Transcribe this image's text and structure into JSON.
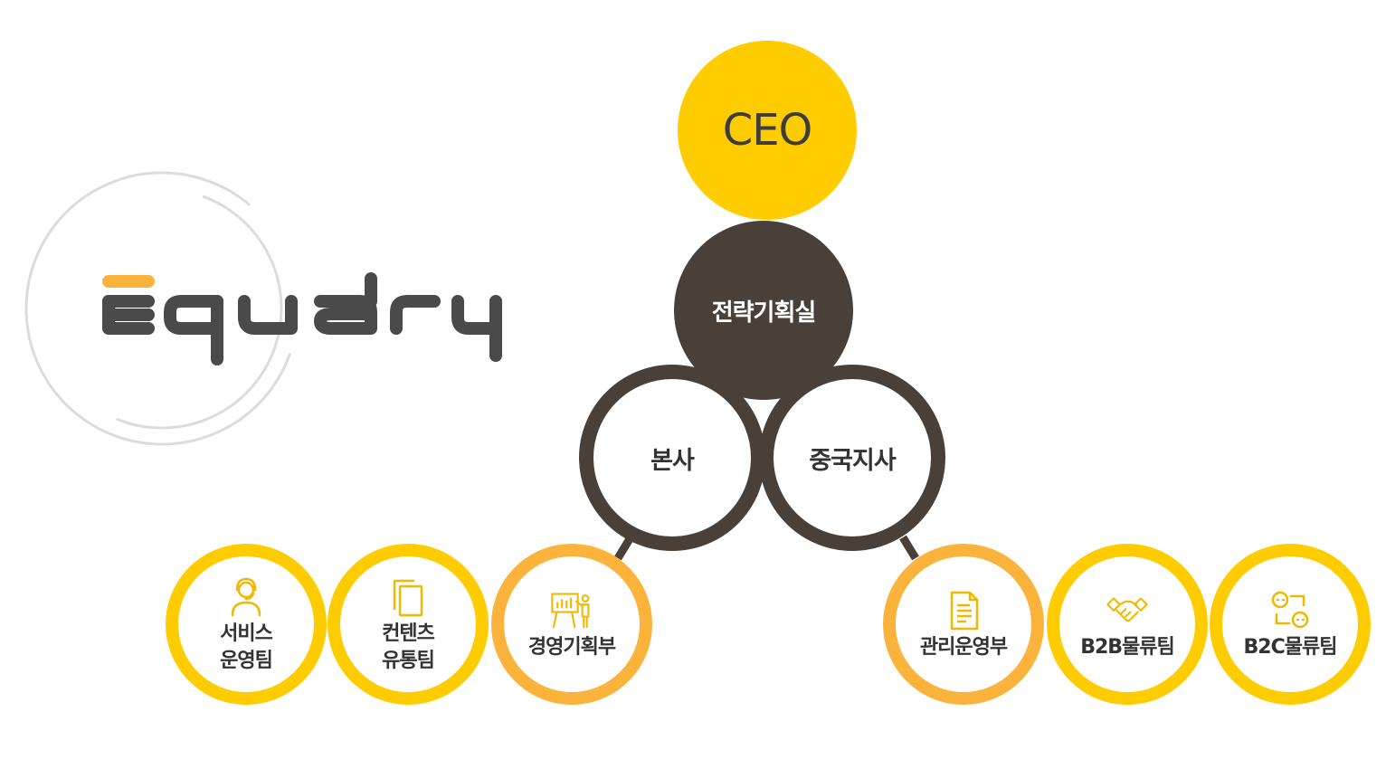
{
  "brand": {
    "name": "Equary",
    "accent_color": "#FBB33C",
    "text_color": "#4a4a4a"
  },
  "colors": {
    "yellow": "#FFCC00",
    "orange": "#FBB33C",
    "dark": "#4a403a"
  },
  "org": {
    "ceo": "CEO",
    "strategy": "전략기획실",
    "hq": "본사",
    "china": "중국지사",
    "teams": [
      {
        "line1": "서비스",
        "line2": "운영팀",
        "icon": "support-agent-icon"
      },
      {
        "line1": "컨텐츠",
        "line2": "유통팀",
        "icon": "copy-documents-icon"
      },
      {
        "line1": "경영기획부",
        "icon": "presentation-board-icon"
      },
      {
        "line1": "관리운영부",
        "icon": "document-icon"
      },
      {
        "line1": "B2B물류팀",
        "icon": "handshake-icon"
      },
      {
        "line1": "B2C물류팀",
        "icon": "customer-exchange-icon"
      }
    ]
  }
}
